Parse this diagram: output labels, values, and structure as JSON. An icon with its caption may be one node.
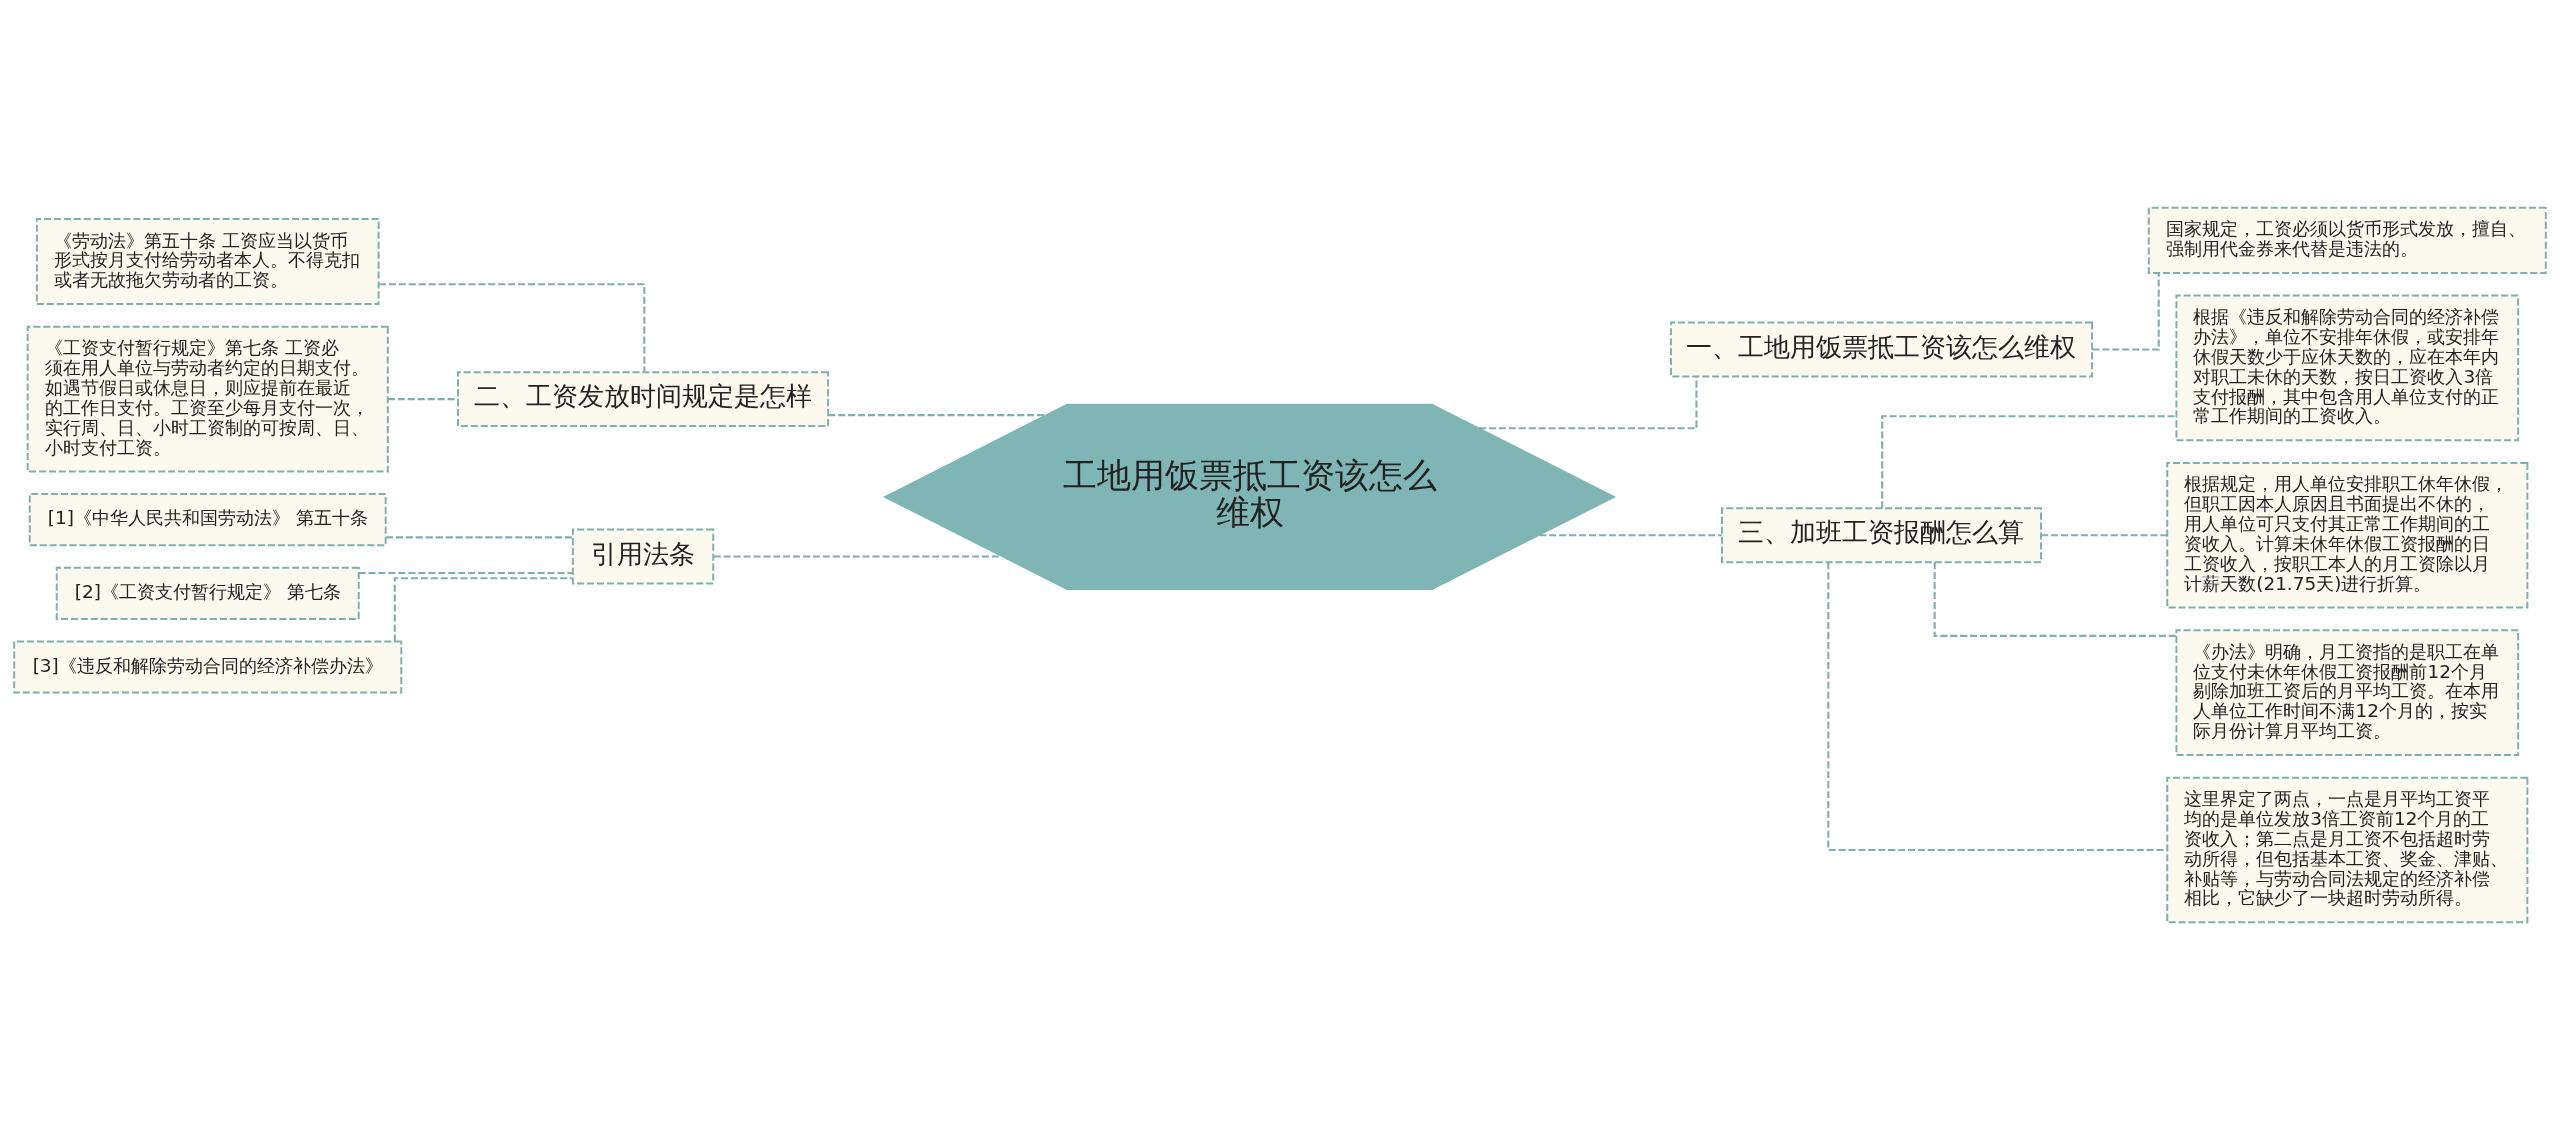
{
  "diagram": {
    "nodes": [
      {
        "text": [
          "工地用饭票抵工资该怎么维权"
        ]
      },
      {
        "text": [
          "一、工地用饭票抵工资该怎么维权"
        ]
      },
      {
        "text": [
          "国家规定，工资必须以货币形式发放，擅自、强制用代金券来代替是违法的。"
        ]
      },
      {
        "text": [
          "二、工资发放时间规定是怎样"
        ]
      },
      {
        "text": [
          "《劳动法》第五十条 工资应当以货币形式按月支付给劳动者本人。不得克扣或者无故拖欠劳动者的工资。"
        ]
      },
      {
        "text": [
          "《工资支付暂行规定》第七条 工资必须在用人单位与劳动者约定的日期支付。如遇节假日或休息日，则应提前在最近的工作日支付。工资至少每月支付一次，实行周、日、小时工资制的可按周、日、小时支付工资。"
        ]
      },
      {
        "text": [
          "三、加班工资报酬怎么算"
        ]
      },
      {
        "text": [
          "根据《违反和解除劳动合同的经济补偿办法》，单位不安排年休假，或安排年休假天数少于应休天数的，应在本年内对职工未休的天数，按日工资收入3倍支付报酬，其中包含用人单位支付的正常工作期间的工资收入。"
        ]
      },
      {
        "text": [
          "根据规定，用人单位安排职工休年休假，但职工因本人原因且书面提出不休的，用人单位可只支付其正常工作期间的工资收入。计算未休年休假工资报酬的日工资收入，按职工本人的月工资除以月计薪天数(21.75天)进行折算。"
        ]
      },
      {
        "text": [
          "《办法》明确，月工资指的是职工在单位支付未休年休假工资报酬前12个月剔除加班工资后的月平均工资。在本用人单位工作时间不满12个月的，按实际月份计算月平均工资。"
        ]
      },
      {
        "text": [
          "这里界定了两点，一点是月平均工资平均的是单位发放3倍工资前12个月的工资收入；第二点是月工资不包括超时劳动所得，但包括基本工资、奖金、津贴、补贴等，与劳动合同法规定的经济补偿相比，它缺少了一块超时劳动所得。"
        ]
      },
      {
        "text": [
          "引用法条"
        ]
      },
      {
        "text": [
          "[1]《中华人民共和国劳动法》 第五十条"
        ]
      },
      {
        "text": [
          "[2]《工资支付暂行规定》 第七条"
        ]
      },
      {
        "text": [
          "[3]《违反和解除劳动合同的经济补偿办法》"
        ]
      }
    ],
    "edges": [
      {
        "from": 0,
        "to": 1,
        "arrow": "none",
        "style": "dashed"
      },
      {
        "from": 1,
        "to": 2,
        "arrow": "none",
        "style": "dashed"
      },
      {
        "from": 0,
        "to": 3,
        "arrow": "none",
        "style": "dashed"
      },
      {
        "from": 3,
        "to": 4,
        "arrow": "none",
        "style": "dashed"
      },
      {
        "from": 3,
        "to": 5,
        "arrow": "none",
        "style": "dashed"
      },
      {
        "from": 0,
        "to": 6,
        "arrow": "none",
        "style": "dashed"
      },
      {
        "from": 6,
        "to": 7,
        "arrow": "none",
        "style": "dashed"
      },
      {
        "from": 6,
        "to": 8,
        "arrow": "none",
        "style": "dashed"
      },
      {
        "from": 6,
        "to": 9,
        "arrow": "none",
        "style": "dashed"
      },
      {
        "from": 6,
        "to": 10,
        "arrow": "none",
        "style": "dashed"
      },
      {
        "from": 0,
        "to": 11,
        "arrow": "none",
        "style": "dashed"
      },
      {
        "from": 11,
        "to": 12,
        "arrow": "none",
        "style": "dashed"
      },
      {
        "from": 11,
        "to": 13,
        "arrow": "none",
        "style": "dashed"
      },
      {
        "from": 11,
        "to": 14,
        "arrow": "none",
        "style": "dashed"
      }
    ]
  }
}
